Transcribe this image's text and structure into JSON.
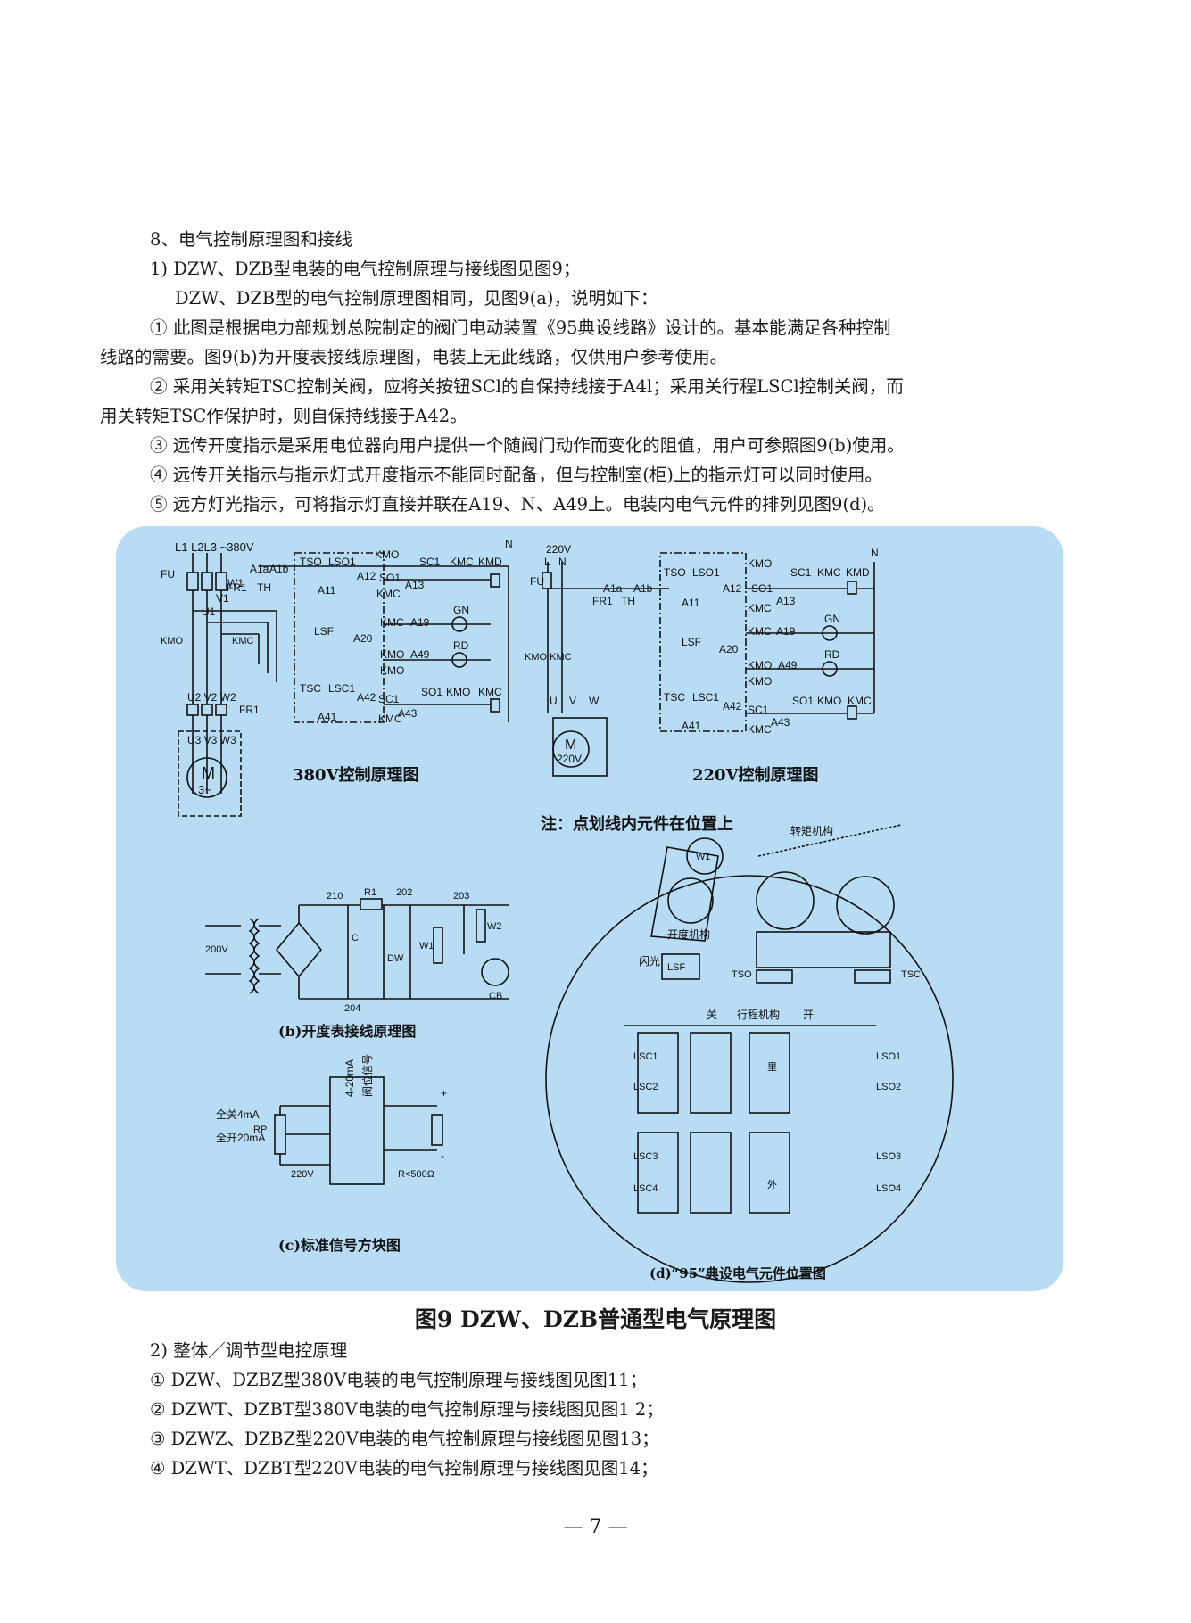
{
  "intro": {
    "section_heading": "8、电气控制原理图和接线",
    "sub1": "1) DZW、DZB型电装的电气控制原理与接线图见图9；",
    "sub1_desc": "DZW、DZB型的电气控制原理图相同，见图9(a)，说明如下：",
    "item1_line1": "① 此图是根据电力部规划总院制定的阀门电动装置《95典设线路》设计的。基本能满足各种控制",
    "item1_line2": "线路的需要。图9(b)为开度表接线原理图，电装上无此线路，仅供用户参考使用。",
    "item2_line1": "② 采用关转矩TSC控制关阀，应将关按钮SCl的自保持线接于A4l；采用关行程LSCl控制关阀，而",
    "item2_line2": "用关转矩TSC作保护时，则自保持线接于A42。",
    "item3": "③ 远传开度指示是采用电位器向用户提供一个随阀门动作而变化的阻值，用户可参照图9(b)使用。",
    "item4": "④ 远传开关指示与指示灯式开度指示不能同时配备，但与控制室(柜)上的指示灯可以同时使用。",
    "item5": "⑤ 远方灯光指示，可将指示灯直接并联在A19、N、A49上。电装内电气元件的排列见图9(d)。"
  },
  "figure": {
    "caption_380": "380V控制原理图",
    "caption_220": "220V控制原理图",
    "note": "注：点划线内元件在位置上",
    "caption_b": "(b)开度表接线原理图",
    "caption_c": "(c)标准信号方块图",
    "caption_d": "(d)“95”典设电气元件位置图",
    "title": "图9  DZW、DZB普通型电气原理图",
    "labels_380": {
      "supply": "L1 L2L3 ~380V",
      "fu": "FU",
      "a1a": "A1a",
      "fr1": "FR1",
      "th": "TH",
      "a1b": "A1b",
      "tso": "TSO",
      "lso1": "LSO1",
      "a11": "A11",
      "a12": "A12",
      "kmo": "KMO",
      "so1": "SO1",
      "a13": "A13",
      "kmc": "KMC",
      "sc1": "SC1",
      "kmd": "KMD",
      "n": "N",
      "w1": "W1",
      "v1": "V1",
      "u1": "U1",
      "lsf": "LSF",
      "a20": "A20",
      "a19": "A19",
      "gn": "GN",
      "a49": "A49",
      "rd": "RD",
      "tsc": "TSC",
      "lsc1": "LSC1",
      "a42": "A42",
      "a41": "A41",
      "a43": "A43",
      "u2v2w2": "U2 V2 W2",
      "fr1b": "FR1",
      "u3v3w3": "U3 V3 W3",
      "motor_m": "M",
      "motor_3": "3~"
    },
    "labels_220": {
      "v220": "220V",
      "l": "L",
      "n": "N",
      "fu": "FU",
      "a1a": "A1a",
      "fr1": "FR1",
      "th": "TH",
      "a1b": "A1b",
      "tso": "TSO",
      "lso1": "LSO1",
      "a11": "A11",
      "a12": "A12",
      "kmo": "KMO",
      "so1": "SO1",
      "a13": "A13",
      "kmc": "KMC",
      "sc1": "SC1",
      "kmd": "KMD",
      "lsf": "LSF",
      "a20": "A20",
      "a19": "A19",
      "gn": "GN",
      "a49": "A49",
      "rd": "RD",
      "tsc": "TSC",
      "lsc1": "LSC1",
      "a42": "A42",
      "a41": "A41",
      "a43": "A43",
      "kmo_kmc": "KMO KMC",
      "u": "U",
      "v": "V",
      "w": "W",
      "motor_m": "M",
      "motor_v": "220V"
    },
    "labels_b": {
      "v200": "200V",
      "n210": "210",
      "r1": "R1",
      "n202": "202",
      "n203": "203",
      "c": "C",
      "dw": "DW",
      "w1": "W1",
      "w2": "W2",
      "n204": "204",
      "cb": "CB"
    },
    "labels_c": {
      "all_close": "全关4mA",
      "all_open": "全开20mA",
      "rp": "RP",
      "v220": "220V",
      "signal_1": "4-20mA",
      "signal_2": "阀位信号",
      "plus": "+",
      "minus": "-",
      "load": "R<500Ω"
    },
    "labels_d": {
      "torque": "转矩机构",
      "w1": "W1",
      "opening": "开度机构",
      "flash": "闪光",
      "lsf": "LSF",
      "tso": "TSO",
      "tsc": "TSC",
      "close": "关",
      "travel": "行程机构",
      "open": "开",
      "lsc1": "LSC1",
      "lsc2": "LSC2",
      "lsc3": "LSC3",
      "lsc4": "LSC4",
      "lso1": "LSO1",
      "lso2": "LSO2",
      "lso3": "LSO3",
      "lso4": "LSO4",
      "inner": "里",
      "outer": "外"
    }
  },
  "outro": {
    "sub2": "2) 整体／调节型电控原理",
    "item1": "① DZW、DZBZ型380V电装的电气控制原理与接线图见图11；",
    "item2": "② DZWT、DZBT型380V电装的电气控制原理与接线图见图1 2；",
    "item3": "③ DZWZ、DZBZ型220V电装的电气控制原理与接线图见图13；",
    "item4": "④ DZWT、DZBT型220V电装的电气控制原理与接线图见图14；"
  },
  "page_number": "— 7 —"
}
